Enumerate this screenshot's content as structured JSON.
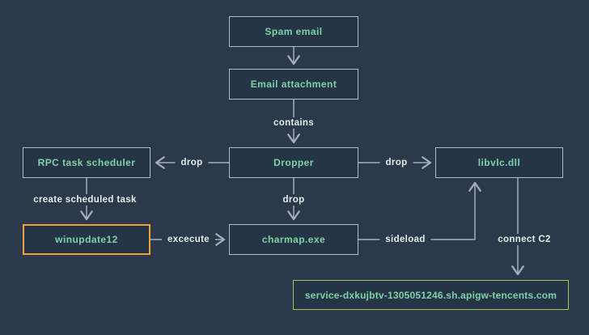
{
  "diagram": {
    "description": "Malware infection chain flowchart",
    "nodes": [
      {
        "id": "spam-email",
        "label": "Spam email",
        "style": "default"
      },
      {
        "id": "email-attachment",
        "label": "Email attachment",
        "style": "default"
      },
      {
        "id": "dropper",
        "label": "Dropper",
        "style": "default"
      },
      {
        "id": "rpc-task-scheduler",
        "label": "RPC task scheduler",
        "style": "default"
      },
      {
        "id": "libvlc-dll",
        "label": "libvlc.dll",
        "style": "default"
      },
      {
        "id": "winupdate12",
        "label": "winupdate12",
        "style": "highlight-orange"
      },
      {
        "id": "charmap-exe",
        "label": "charmap.exe",
        "style": "default"
      },
      {
        "id": "c2-domain",
        "label": "service-dxkujbtv-1305051246.sh.apigw-tencents.com",
        "style": "highlight-green"
      }
    ],
    "edges": [
      {
        "from": "spam-email",
        "to": "email-attachment",
        "label": ""
      },
      {
        "from": "email-attachment",
        "to": "dropper",
        "label": "contains"
      },
      {
        "from": "dropper",
        "to": "rpc-task-scheduler",
        "label": "drop"
      },
      {
        "from": "dropper",
        "to": "libvlc-dll",
        "label": "drop"
      },
      {
        "from": "dropper",
        "to": "charmap-exe",
        "label": "drop"
      },
      {
        "from": "rpc-task-scheduler",
        "to": "winupdate12",
        "label": "create scheduled task"
      },
      {
        "from": "winupdate12",
        "to": "charmap-exe",
        "label": "excecute"
      },
      {
        "from": "charmap-exe",
        "to": "libvlc-dll",
        "label": "sideload"
      },
      {
        "from": "libvlc-dll",
        "to": "c2-domain",
        "label": "connect C2"
      }
    ]
  },
  "colors": {
    "background": "#2b394b",
    "node_fill": "#253447",
    "node_border": "#b3bcc6",
    "node_text": "#7dd4a3",
    "edge_line": "#a6b0bc",
    "edge_label_text": "#e4efe9",
    "highlight_orange": "#e9a43e",
    "highlight_green": "#a5c458"
  }
}
